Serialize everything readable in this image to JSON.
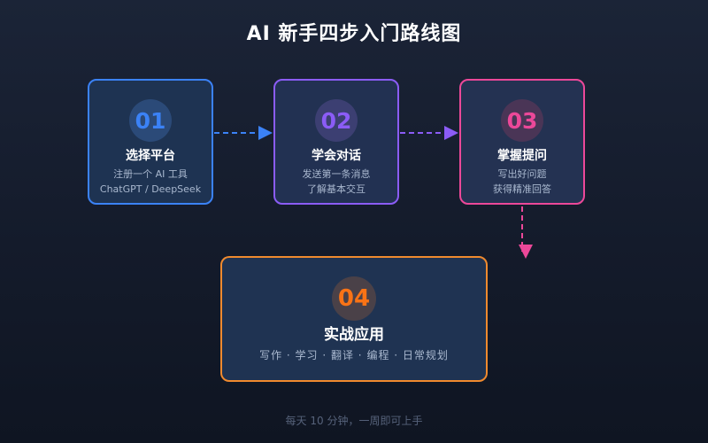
{
  "title": "AI 新手四步入门路线图",
  "steps": [
    {
      "number": "01",
      "title": "选择平台",
      "lines": [
        "注册一个 AI 工具",
        "ChatGPT / DeepSeek"
      ],
      "color": "#3b82f6",
      "badge_bg": "#2b4a78"
    },
    {
      "number": "02",
      "title": "学会对话",
      "lines": [
        "发送第一条消息",
        "了解基本交互"
      ],
      "color": "#8b5cf6",
      "badge_bg": "#3c3f72"
    },
    {
      "number": "03",
      "title": "掌握提问",
      "lines": [
        "写出好问题",
        "获得精准回答"
      ],
      "color": "#ec4899",
      "badge_bg": "#4a3556"
    },
    {
      "number": "04",
      "title": "实战应用",
      "lines": [
        "写作 · 学习 · 翻译 · 编程 · 日常规划"
      ],
      "color": "#f97316",
      "badge_bg": "#4a4148"
    }
  ],
  "footer": "每天 10 分钟，一周即可上手"
}
